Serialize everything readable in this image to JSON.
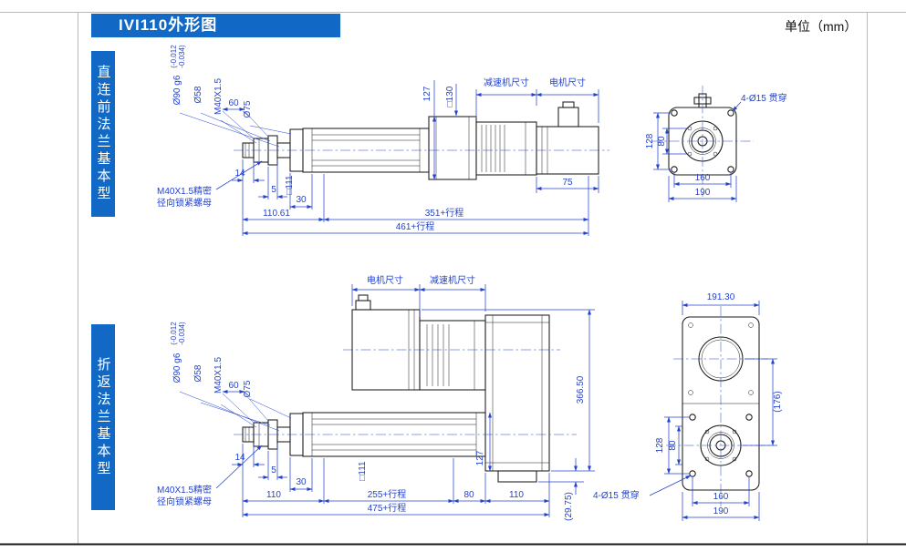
{
  "page": {
    "title": "IVI110外形图",
    "unit": "单位（mm）"
  },
  "sidebar": {
    "top": "直连前法兰基本型",
    "bottom": "折返法兰基本型"
  },
  "colors": {
    "accent": "#1169c5",
    "dim": "#2443cd",
    "line": "#1b1b1b"
  },
  "top_view": {
    "dia90": "Ø90 g6",
    "tol_upper": "(-0.012",
    "tol_lower": "-0.034)",
    "dia58": "Ø58",
    "thread": "M40X1.5",
    "d60": "60",
    "dia75": "Ø75",
    "d14": "14",
    "d5": "5",
    "d30": "30",
    "d110": "110.61",
    "stroke_a": "351+行程",
    "stroke_b": "461+行程",
    "sq111": "□111",
    "d127": "127",
    "sq130": "□130",
    "gearbox_label": "减速机尺寸",
    "motor_label": "电机尺寸",
    "d75": "75",
    "note1": "M40X1.5精密",
    "note2": "径向锁紧螺母"
  },
  "top_flange": {
    "holes": "4-Ø15 贯穿",
    "d128": "128",
    "d80": "80",
    "d160": "160",
    "d190": "190"
  },
  "bottom_view": {
    "motor_label": "电机尺寸",
    "gearbox_label": "减速机尺寸",
    "dia90": "Ø90 g6",
    "tol_upper": "(-0.012",
    "tol_lower": "-0.034)",
    "dia58": "Ø58",
    "thread": "M40X1.5",
    "d60": "60",
    "dia75": "Ø75",
    "d14": "14",
    "d5": "5",
    "d30": "30",
    "d110_front": "110",
    "stroke_a": "255+行程",
    "d80": "80",
    "d110_rear": "110",
    "stroke_b": "475+行程",
    "sq111": "□111",
    "d127": "127",
    "h_total": "366.50",
    "h_offset": "(29.75)",
    "note1": "M40X1.5精密",
    "note2": "径向锁紧螺母"
  },
  "bottom_flange": {
    "w": "191.30",
    "h": "(176)",
    "d128": "128",
    "d80": "80",
    "d160": "160",
    "d190": "190",
    "holes": "4-Ø15 贯穿"
  }
}
